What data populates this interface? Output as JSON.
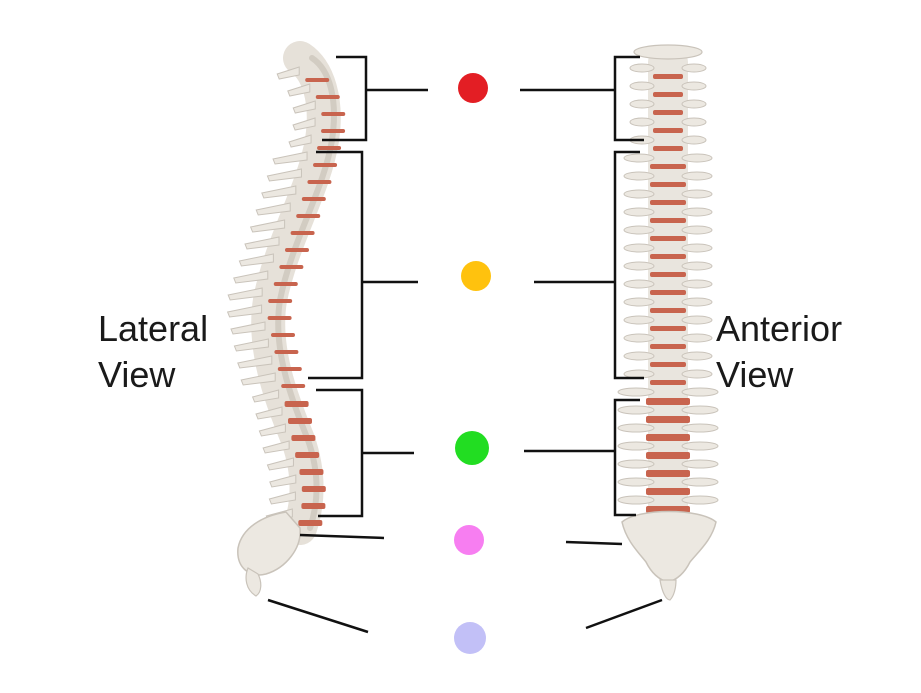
{
  "lateral_view": {
    "line1": "Lateral",
    "line2": "View"
  },
  "anterior_view": {
    "line1": "Anterior",
    "line2": "View"
  },
  "colors": {
    "bone": "#ece8e1",
    "bone_shadow": "#c9c3ba",
    "disc": "#c8644e",
    "bracket": "#111111"
  },
  "regions": [
    {
      "id": "cervical",
      "marker_color": "#e31e24"
    },
    {
      "id": "thoracic",
      "marker_color": "#ffc20e"
    },
    {
      "id": "lumbar",
      "marker_color": "#22dd22"
    },
    {
      "id": "sacrum",
      "marker_color": "#f77ef1"
    },
    {
      "id": "coccyx",
      "marker_color": "#c2c0f7"
    }
  ]
}
